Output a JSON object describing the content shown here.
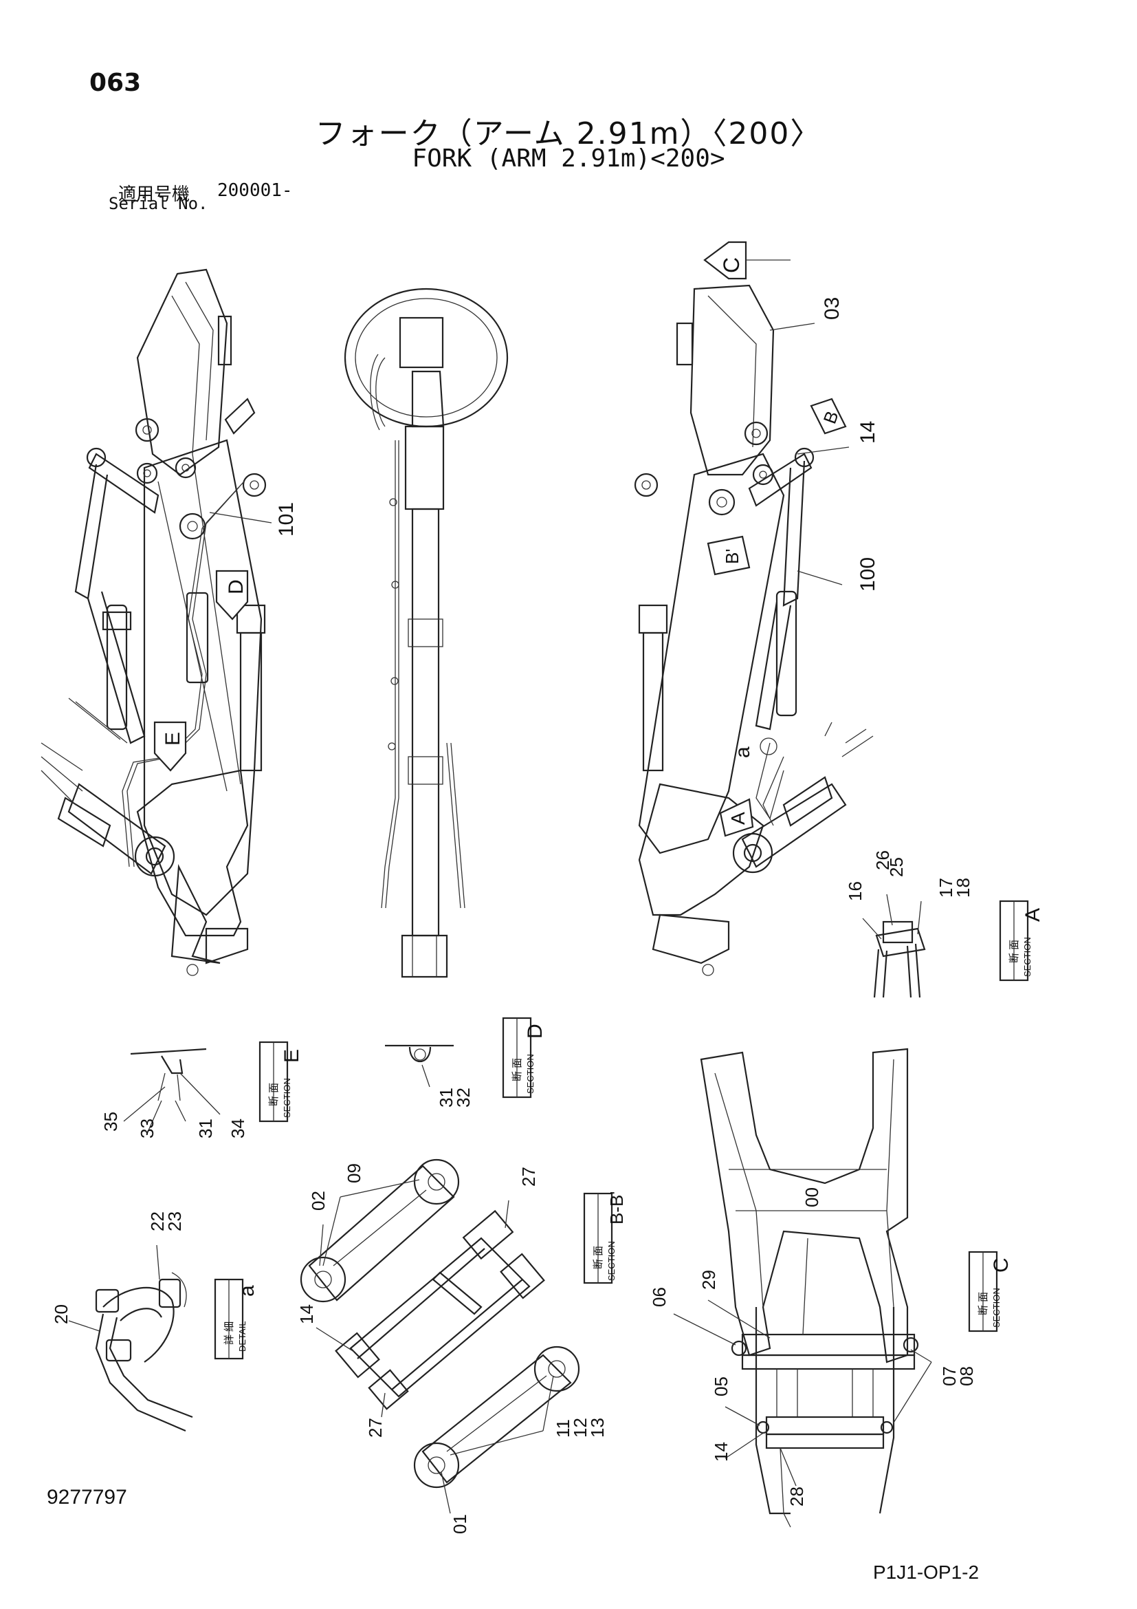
{
  "header": {
    "page_no": "063",
    "title_jp": "フォーク（アーム 2.91m）〈200〉",
    "title_en": "FORK (ARM 2.91m)<200>",
    "serial_label_jp": "適用号機",
    "serial_value": "200001-",
    "serial_label_en": "Serial No."
  },
  "footer": {
    "drawing_no": "9277797",
    "model_code": "P1J1-OP1-2"
  },
  "markers": {
    "A": "A",
    "B": "B",
    "B_prime": "B'",
    "C": "C",
    "D": "D",
    "E": "E",
    "a": "a"
  },
  "sections": {
    "section_word": "SECTION",
    "section_jp": "断 面",
    "detail_word": "DETAIL",
    "detail_jp": "詳 細",
    "A": "A",
    "B": "B-B'",
    "C": "C",
    "D": "D",
    "E": "E",
    "a": "a"
  },
  "callouts": {
    "c03": "03",
    "c14_top": "14",
    "c100": "100",
    "c101": "101",
    "c16": "16",
    "c26": "26",
    "c25": "25",
    "c17": "17",
    "c18": "18",
    "c35": "35",
    "c33": "33",
    "c31_e": "31",
    "c34": "34",
    "c31_d": "31",
    "c32": "32",
    "c02": "02",
    "c09": "09",
    "c27_top": "27",
    "c14_bb": "14",
    "c27_bot": "27",
    "c11": "11",
    "c12": "12",
    "c13": "13",
    "c01": "01",
    "c22": "22",
    "c23": "23",
    "c20": "20",
    "c00": "00",
    "c06": "06",
    "c29": "29",
    "c07": "07",
    "c08": "08",
    "c05": "05",
    "c14_c": "14",
    "c28": "28"
  }
}
